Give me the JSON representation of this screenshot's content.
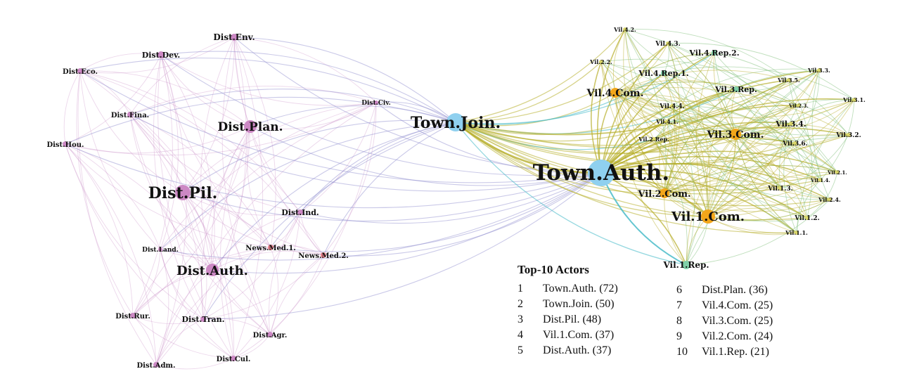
{
  "colors": {
    "district": "#cc88c4",
    "district_edge": "#c98bc6",
    "town": "#8fd0ef",
    "village_com": "#f3a61a",
    "village_rep": "#7fd0a8",
    "village_other": "#dcd86a",
    "media": "#e8808a",
    "edge_purple": "#8a88cc",
    "edge_olive": "#b7ae2a",
    "edge_cyan": "#3fb8c6",
    "edge_green": "#7fc07a"
  },
  "nodes": [
    {
      "id": "town_auth",
      "label": "Town.Auth.",
      "group": "town"
    },
    {
      "id": "town_join",
      "label": "Town.Join.",
      "group": "town"
    },
    {
      "id": "dist_pil",
      "label": "Dist.Pil.",
      "group": "district"
    },
    {
      "id": "dist_plan",
      "label": "Dist.Plan.",
      "group": "district"
    },
    {
      "id": "dist_auth",
      "label": "Dist.Auth.",
      "group": "district"
    },
    {
      "id": "dist_env",
      "label": "Dist.Env.",
      "group": "district"
    },
    {
      "id": "dist_dev",
      "label": "Dist.Dev.",
      "group": "district"
    },
    {
      "id": "dist_eco",
      "label": "Dist.Eco.",
      "group": "district"
    },
    {
      "id": "dist_fina",
      "label": "Dist.Fina.",
      "group": "district"
    },
    {
      "id": "dist_hou",
      "label": "Dist.Hou.",
      "group": "district"
    },
    {
      "id": "dist_civ",
      "label": "Dist.Civ.",
      "group": "district"
    },
    {
      "id": "dist_ind",
      "label": "Dist.Ind.",
      "group": "district"
    },
    {
      "id": "dist_land",
      "label": "Dist.Land.",
      "group": "district"
    },
    {
      "id": "news_med1",
      "label": "News.Med.1.",
      "group": "media"
    },
    {
      "id": "news_med2",
      "label": "News.Med.2.",
      "group": "media"
    },
    {
      "id": "dist_rur",
      "label": "Dist.Rur.",
      "group": "district"
    },
    {
      "id": "dist_tran",
      "label": "Dist.Tran.",
      "group": "district"
    },
    {
      "id": "dist_agr",
      "label": "Dist.Agr.",
      "group": "district"
    },
    {
      "id": "dist_adm",
      "label": "Dist.Adm.",
      "group": "district"
    },
    {
      "id": "dist_cul",
      "label": "Dist.Cul.",
      "group": "district"
    },
    {
      "id": "vil1_com",
      "label": "Vil.1.Com.",
      "group": "village_com"
    },
    {
      "id": "vil2_com",
      "label": "Vil.2.Com.",
      "group": "village_com"
    },
    {
      "id": "vil3_com",
      "label": "Vil.3.Com.",
      "group": "village_com"
    },
    {
      "id": "vil4_com",
      "label": "Vil.4.Com.",
      "group": "village_com"
    },
    {
      "id": "vil1_rep",
      "label": "Vil.1.Rep.",
      "group": "village_rep"
    },
    {
      "id": "vil3_rep",
      "label": "Vil.3.Rep.",
      "group": "village_rep"
    },
    {
      "id": "vil4_rep1",
      "label": "Vil.4.Rep.1.",
      "group": "village_rep"
    },
    {
      "id": "vil4_rep2",
      "label": "Vil.4.Rep.2.",
      "group": "village_rep"
    },
    {
      "id": "vil2_rep",
      "label": "Vil.2.Rep.",
      "group": "village_other"
    },
    {
      "id": "vil4_2",
      "label": "Vil.4.2.",
      "group": "village_other"
    },
    {
      "id": "vil4_3",
      "label": "Vil.4.3.",
      "group": "village_other"
    },
    {
      "id": "vil2_2",
      "label": "Vil.2.2.",
      "group": "village_other"
    },
    {
      "id": "vil3_3",
      "label": "Vil.3.3.",
      "group": "village_other"
    },
    {
      "id": "vil3_5",
      "label": "Vil.3.5.",
      "group": "village_other"
    },
    {
      "id": "vil3_1",
      "label": "Vil.3.1.",
      "group": "village_other"
    },
    {
      "id": "vil2_3",
      "label": "Vil.2.3.",
      "group": "village_other"
    },
    {
      "id": "vil4_4",
      "label": "Vil.4.4.",
      "group": "village_other"
    },
    {
      "id": "vil4_1",
      "label": "Vil.4.1.",
      "group": "village_other"
    },
    {
      "id": "vil3_4",
      "label": "Vil.3.4.",
      "group": "village_other"
    },
    {
      "id": "vil3_2",
      "label": "Vil.3.2.",
      "group": "village_other"
    },
    {
      "id": "vil3_6",
      "label": "Vil.3.6.",
      "group": "village_other"
    },
    {
      "id": "vil2_1",
      "label": "Vil.2.1.",
      "group": "village_other"
    },
    {
      "id": "vil1_4",
      "label": "Vil.1.4.",
      "group": "village_other"
    },
    {
      "id": "vil1_3",
      "label": "Vil.1.3.",
      "group": "village_other"
    },
    {
      "id": "vil2_4",
      "label": "Vil.2.4.",
      "group": "village_other"
    },
    {
      "id": "vil1_2",
      "label": "Vil.1.2.",
      "group": "village_other"
    },
    {
      "id": "vil1_1",
      "label": "Vil.1.1.",
      "group": "village_other"
    }
  ],
  "legend": {
    "title": "Top-10 Actors",
    "items": [
      {
        "rank": "1",
        "text": "Town.Auth. (72)"
      },
      {
        "rank": "2",
        "text": "Town.Join. (50)"
      },
      {
        "rank": "3",
        "text": "Dist.Pil. (48)"
      },
      {
        "rank": "4",
        "text": "Vil.1.Com. (37)"
      },
      {
        "rank": "5",
        "text": "Dist.Auth. (37)"
      },
      {
        "rank": "6",
        "text": "Dist.Plan. (36)"
      },
      {
        "rank": "7",
        "text": "Vil.4.Com. (25)"
      },
      {
        "rank": "8",
        "text": "Vil.3.Com. (25)"
      },
      {
        "rank": "9",
        "text": "Vil.2.Com. (24)"
      },
      {
        "rank": "10",
        "text": "Vil.1.Rep. (21)"
      }
    ]
  }
}
